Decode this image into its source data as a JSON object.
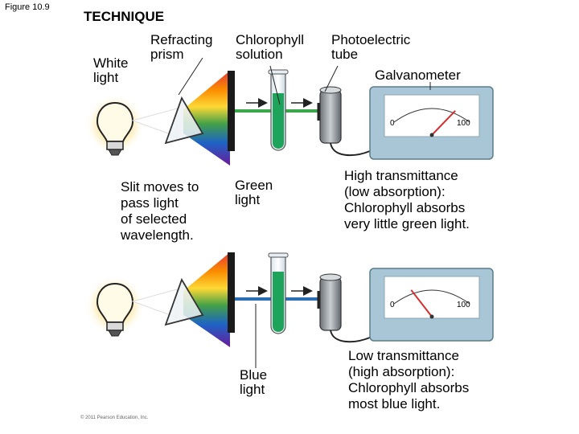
{
  "figure_label": "Figure 10.9",
  "heading": "TECHNIQUE",
  "labels": {
    "white_light": "White\nlight",
    "prism": "Refracting\nprism",
    "solution": "Chlorophyll\nsolution",
    "tube": "Photoelectric\ntube",
    "galvanometer": "Galvanometer",
    "slit_note": "Slit moves to\npass light\nof selected\nwavelength.",
    "green_light": "Green\nlight",
    "high_note": "High transmittance\n(low absorption):\nChlorophyll absorbs\nvery little green light.",
    "blue_light": "Blue\nlight",
    "low_note": "Low transmittance\n(high absorption):\nChlorophyll absorbs\nmost blue light."
  },
  "meters": [
    {
      "min_label": "0",
      "max_label": "100",
      "reading": 0.85
    },
    {
      "min_label": "0",
      "max_label": "100",
      "reading": 0.2
    }
  ],
  "copyright": "© 2011 Pearson Education, Inc.",
  "colors": {
    "green_beam": "#3aa84a",
    "blue_beam": "#2a6fb5",
    "solution": "#1ea35a",
    "meter_box": "#a9c6d6",
    "heading": "#000000"
  }
}
